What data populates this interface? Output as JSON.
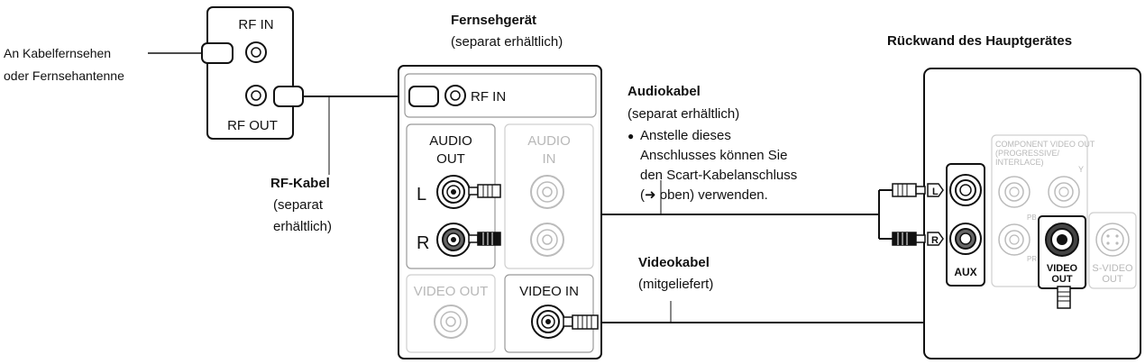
{
  "antenna": {
    "source_line1": "An Kabelfernsehen",
    "source_line2": "oder Fernsehantenne"
  },
  "splitter": {
    "rf_in": "RF IN",
    "rf_out": "RF OUT"
  },
  "rf_cable": {
    "title": "RF-Kabel",
    "note_line1": "(separat",
    "note_line2": "erhältlich)"
  },
  "tv": {
    "title": "Fernsehgerät",
    "note": "(separat erhältlich)",
    "rf_in": "RF IN",
    "audio_out_line1": "AUDIO",
    "audio_out_line2": "OUT",
    "audio_in_line1": "AUDIO",
    "audio_in_line2": "IN",
    "left": "L",
    "right": "R",
    "video_out": "VIDEO OUT",
    "video_in": "VIDEO IN"
  },
  "audio_cable": {
    "title": "Audiokabel",
    "note": "(separat erhältlich)",
    "bullet": "●",
    "tip_line1": "Anstelle dieses",
    "tip_line2": "Anschlusses können Sie",
    "tip_line3": "den Scart-Kabelanschluss",
    "tip_line4": "(➜ oben) verwenden."
  },
  "video_cable": {
    "title": "Videokabel",
    "note": "(mitgeliefert)"
  },
  "main_unit": {
    "title": "Rückwand des Hauptgerätes",
    "component_line1": "COMPONENT VIDEO OUT",
    "component_line2": "(PROGRESSIVE/",
    "component_line3": "INTERLACE)",
    "y": "Y",
    "pb": "PB",
    "pr": "PR",
    "l_tag": "L",
    "r_tag": "R",
    "aux": "AUX",
    "video_out_line1": "VIDEO",
    "video_out_line2": "OUT",
    "svideo_line1": "S-VIDEO",
    "svideo_line2": "OUT"
  }
}
